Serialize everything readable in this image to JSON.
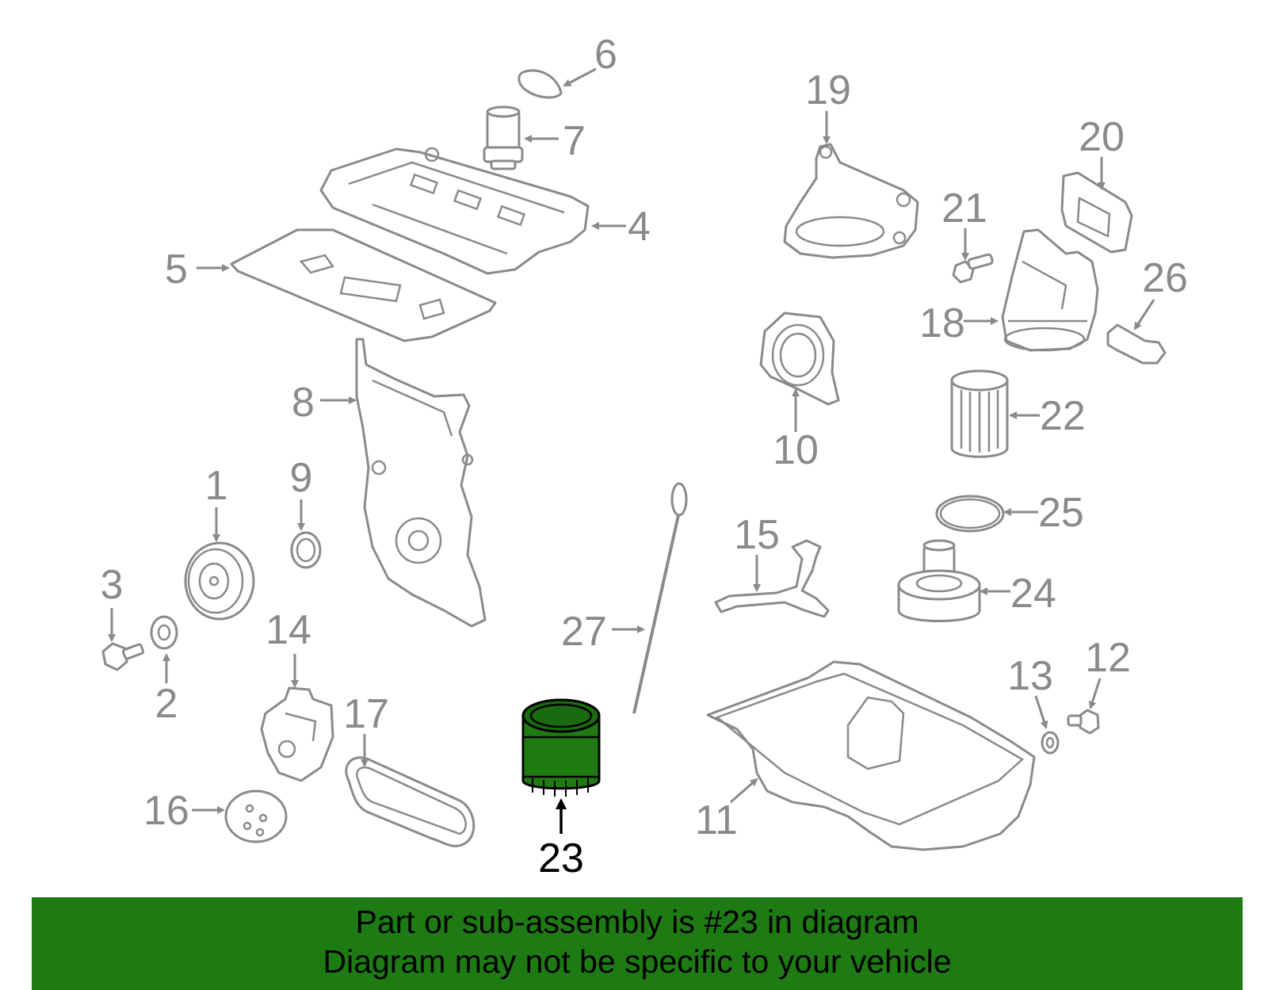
{
  "diagram": {
    "highlighted_part": "23",
    "colors": {
      "line": "#8a8a8a",
      "highlight_fill": "#1f7a12",
      "highlight_outline": "#000000",
      "banner": "#1e7b14"
    },
    "callouts": [
      "1",
      "2",
      "3",
      "4",
      "5",
      "6",
      "7",
      "8",
      "9",
      "10",
      "11",
      "12",
      "13",
      "14",
      "15",
      "16",
      "17",
      "18",
      "19",
      "20",
      "21",
      "22",
      "23",
      "24",
      "25",
      "26",
      "27"
    ]
  },
  "banner": {
    "line1": "Part or sub-assembly is #23 in diagram",
    "line2": "Diagram may not be specific to your vehicle"
  }
}
